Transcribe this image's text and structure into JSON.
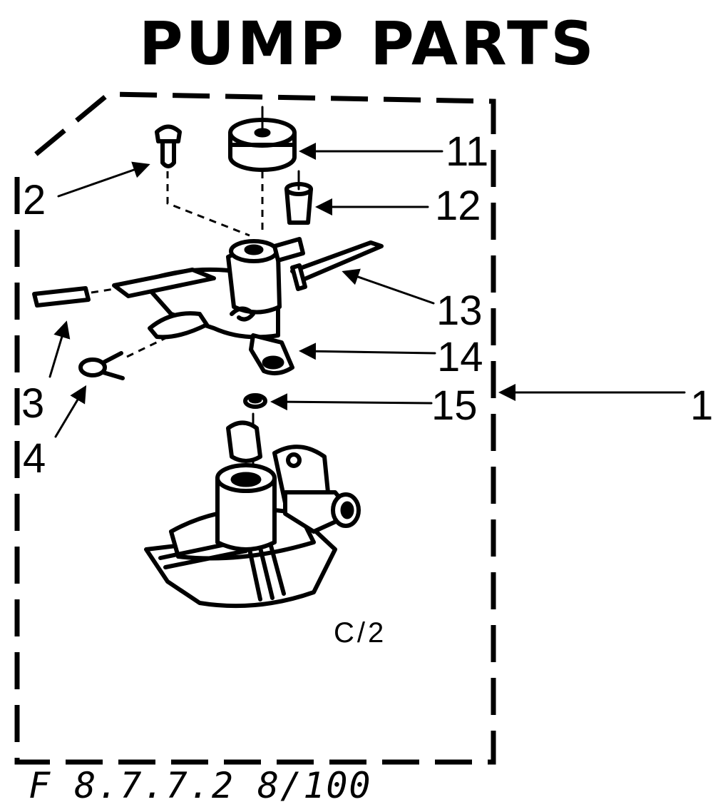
{
  "title": "PUMP PARTS",
  "callouts": {
    "c1": "1",
    "c2": "2",
    "c3": "3",
    "c4": "4",
    "c11": "11",
    "c12": "12",
    "c13": "13",
    "c14": "14",
    "c15": "15"
  },
  "assembly_code": "C/2",
  "footer_code": "F 8.7.7.2 8/100"
}
